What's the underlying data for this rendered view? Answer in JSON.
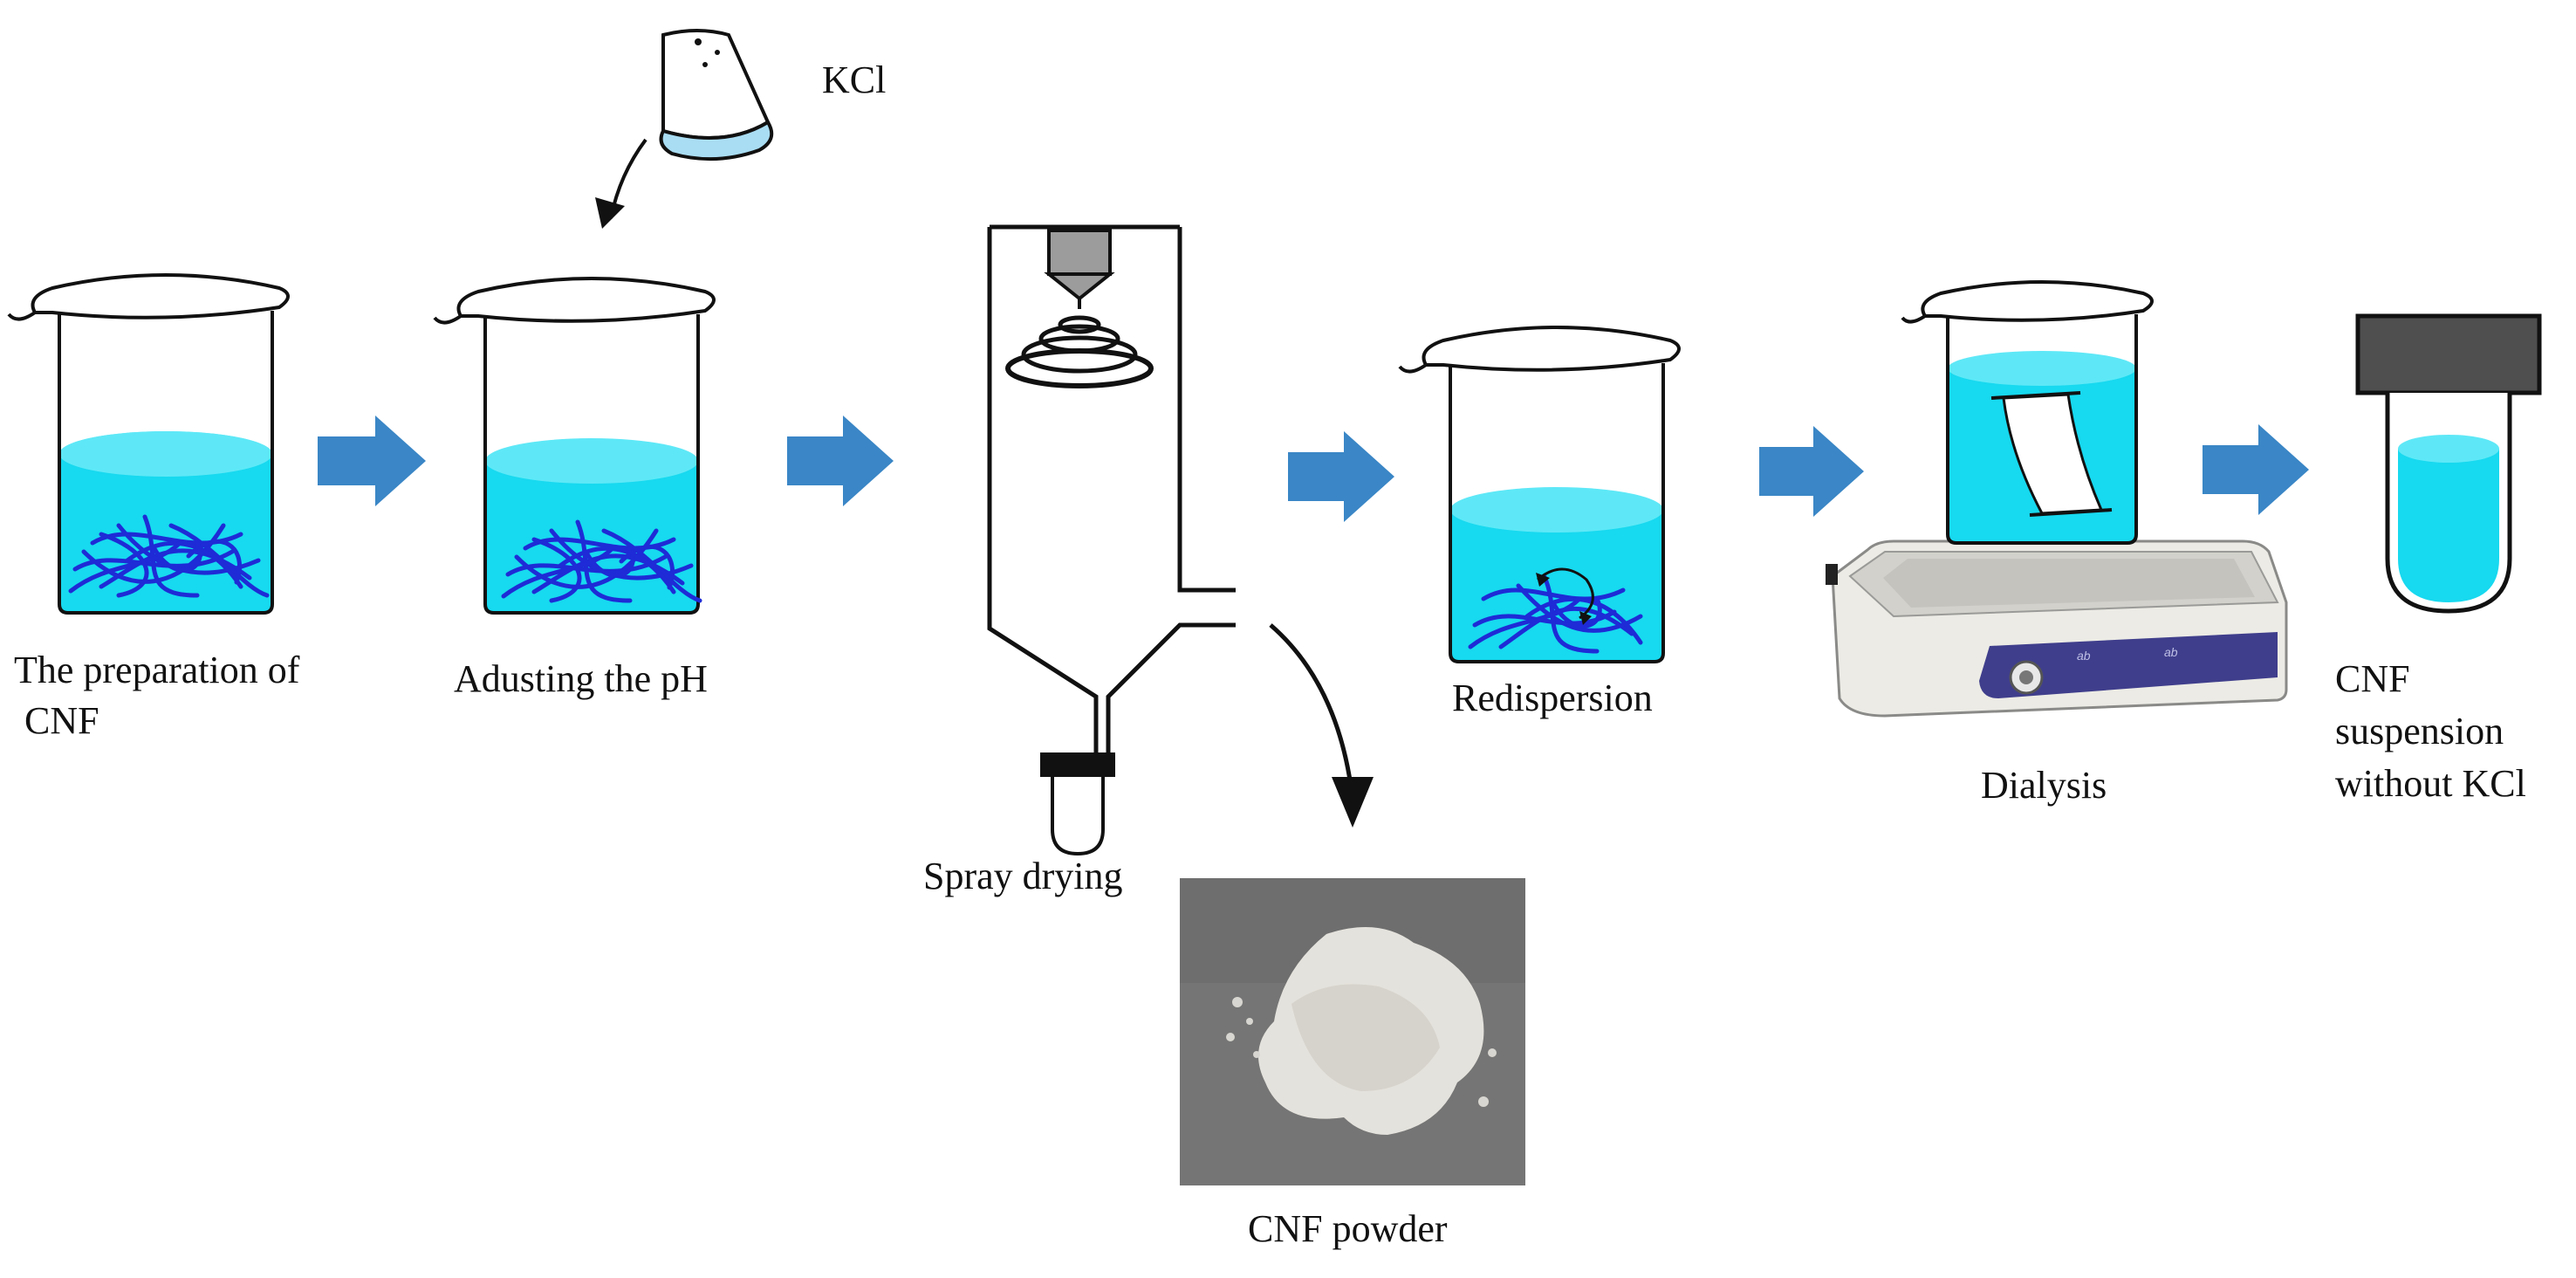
{
  "colors": {
    "liquid": "#17d9ef",
    "liquid_top": "#5ee8f7",
    "fiber": "#1e2bd6",
    "arrow": "#3a86c6",
    "outline": "#111111",
    "cap": "#4f4f4f",
    "powder_bg": "#757575",
    "powder": "#e4e2dc"
  },
  "icons": [
    "beaker-icon",
    "right-arrow-icon",
    "curved-arrow-icon",
    "salt-dish-icon",
    "spray-dryer-icon",
    "hot-plate-stirrer-icon",
    "dialysis-membrane-icon",
    "test-tube-icon",
    "powder-photo"
  ],
  "labels": {
    "kcl": "KCl",
    "step1_line1": "The preparation of",
    "step1_line2": "CNF",
    "step2": "Adusting the pH",
    "step3": "Spray drying",
    "powder": "CNF powder",
    "step4": "Redispersion",
    "step5": "Dialysis",
    "step6_line1": "CNF",
    "step6_line2": "suspension",
    "step6_line3": "without KCl"
  }
}
